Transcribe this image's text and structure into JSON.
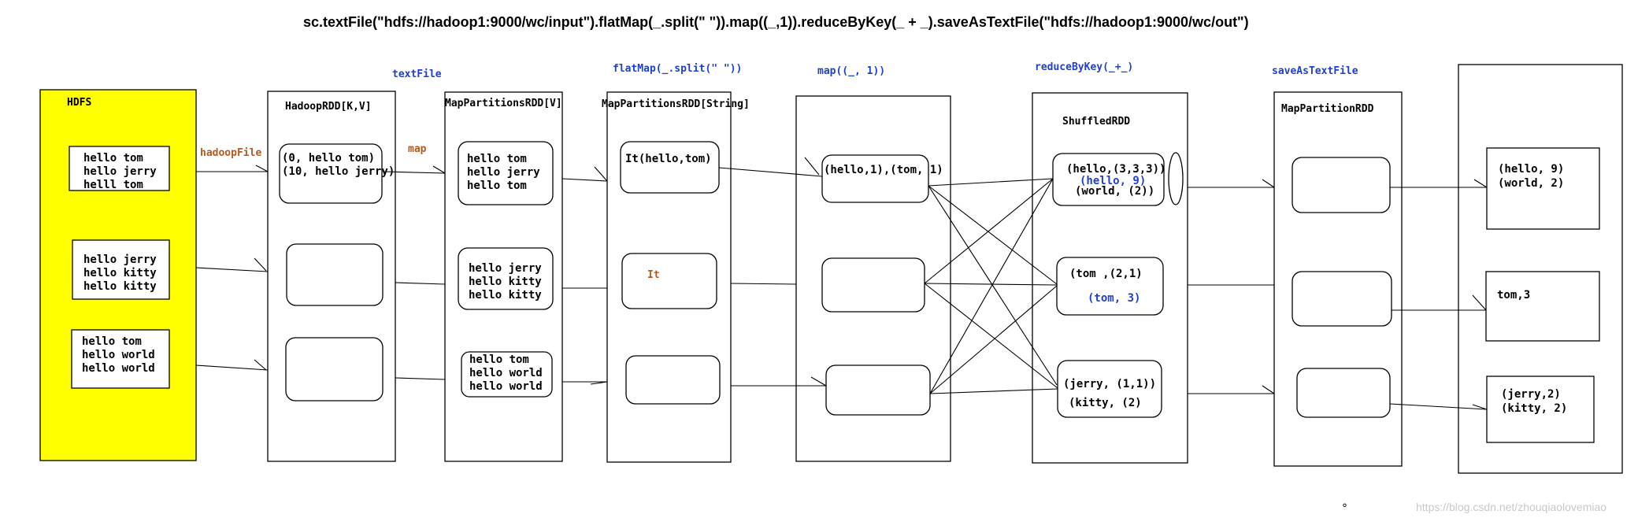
{
  "title": "sc.textFile(\"hdfs://hadoop1:9000/wc/input\").flatMap(_.split(\" \")).map((_,1)).reduceByKey(_ + _).saveAsTextFile(\"hdfs://hadoop1:9000/wc/out\")",
  "stages": {
    "textFile": "textFile",
    "flatMap": "flatMap(_.split(\" \"))",
    "map": "map((_, 1))",
    "reduceByKey": "reduceByKey(_+_)",
    "saveAsTextFile": "saveAsTextFile"
  },
  "annotations": {
    "hadoopFile": "hadoopFile",
    "map": "map",
    "it2": "It"
  },
  "colors": {
    "hdfs_fill": "#ffff00",
    "blue_text": "#1f3fd0",
    "orange_text": "#b8581e"
  },
  "hdfs": {
    "label": "HDFS",
    "blocks": [
      [
        "hello tom",
        "hello jerry",
        "helll tom"
      ],
      [
        "hello jerry",
        "hello kitty",
        "hello kitty"
      ],
      [
        "hello tom",
        "hello world",
        "hello world"
      ]
    ]
  },
  "hadoop_rdd": {
    "label": "HadoopRDD[K,V]",
    "partition1": [
      "(0, hello tom)",
      "(10, hello jerry)"
    ]
  },
  "mp_rdd1": {
    "label": "MapPartitionsRDD[V]",
    "partitions": [
      [
        "hello tom",
        "hello jerry",
        "hello tom"
      ],
      [
        "hello jerry",
        "hello kitty",
        "hello kitty"
      ],
      [
        "hello tom",
        "hello world",
        "hello world"
      ]
    ]
  },
  "mp_rdd2": {
    "label": "MapPartitionsRDD[String]",
    "partition1": "It(hello,tom)"
  },
  "map_rdd": {
    "partition1": [
      "(hello,1),(tom, 1)"
    ]
  },
  "shuffled": {
    "label": "ShuffledRDD",
    "p1": {
      "line1": "(hello,(3,3,3))",
      "blue": "(hello, 9)",
      "line2": "(world, (2))"
    },
    "p2": {
      "line1": "(tom ,(2,1)",
      "blue": "(tom, 3)"
    },
    "p3": {
      "line1": "(jerry, (1,1))",
      "line2": "(kitty, (2)"
    }
  },
  "map_partition_rdd": {
    "label": "MapPartitionRDD"
  },
  "output": {
    "p1": [
      "(hello, 9)",
      "(world, 2)"
    ],
    "p2": [
      "tom,3"
    ],
    "p3": [
      "(jerry,2)",
      "(kitty, 2)"
    ]
  },
  "watermark": "https://blog.csdn.net/zhouqiaolovemiao",
  "footnote": "°"
}
